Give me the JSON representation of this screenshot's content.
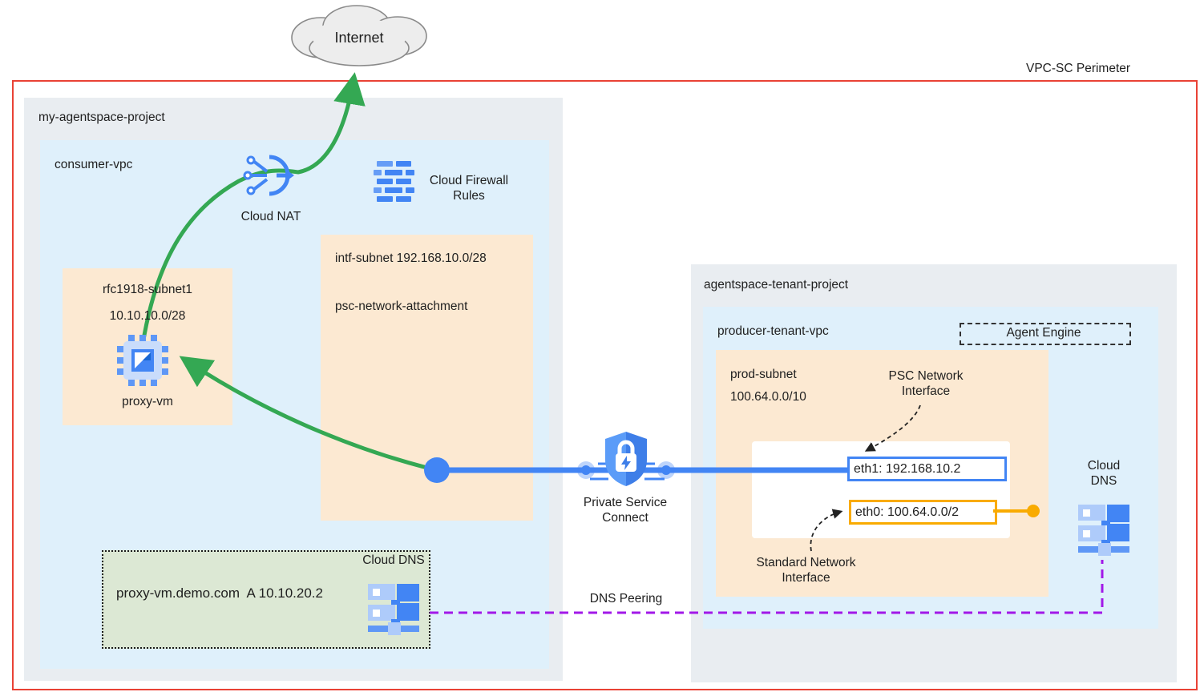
{
  "perimeter": {
    "label": "VPC-SC Perimeter"
  },
  "internet": {
    "label": "Internet"
  },
  "consumer_project": {
    "title": "my-agentspace-project",
    "vpc_title": "consumer-vpc",
    "cloud_nat_label": "Cloud NAT",
    "firewall_label": "Cloud Firewall Rules",
    "intf_subnet": {
      "name": "intf-subnet 192.168.10.0/28",
      "attachment": "psc-network-attachment"
    },
    "rfc_subnet": {
      "name": "rfc1918-subnet1",
      "cidr": "10.10.10.0/28",
      "vm_label": "proxy-vm"
    },
    "dns_zone": {
      "record": "proxy-vm.demo.com  A 10.10.20.2",
      "label": "Cloud DNS"
    }
  },
  "psc": {
    "label": "Private Service Connect"
  },
  "dns_peering": {
    "label": "DNS Peering"
  },
  "tenant_project": {
    "title": "agentspace-tenant-project",
    "vpc_title": "producer-tenant-vpc",
    "agent_engine_label": "Agent Engine",
    "prod_subnet": {
      "name": "prod-subnet",
      "cidr": "100.64.0.0/10"
    },
    "psc_interface_label": "PSC Network Interface",
    "standard_interface_label": "Standard Network Interface",
    "eth1": "eth1: 192.168.10.2",
    "eth0": "eth0: 100.64.0.0/2",
    "dns_label": "Cloud DNS"
  },
  "colors": {
    "perimeter_red": "#e94235",
    "project_gray": "#e9edf1",
    "vpc_blue": "#dff0fb",
    "subnet_peach": "#fce9d2",
    "dns_green": "#dce8d4",
    "accent_blue": "#4285f4",
    "flow_green": "#34a853",
    "peering_purple": "#a219e8",
    "interface_gold": "#f9ab00"
  }
}
